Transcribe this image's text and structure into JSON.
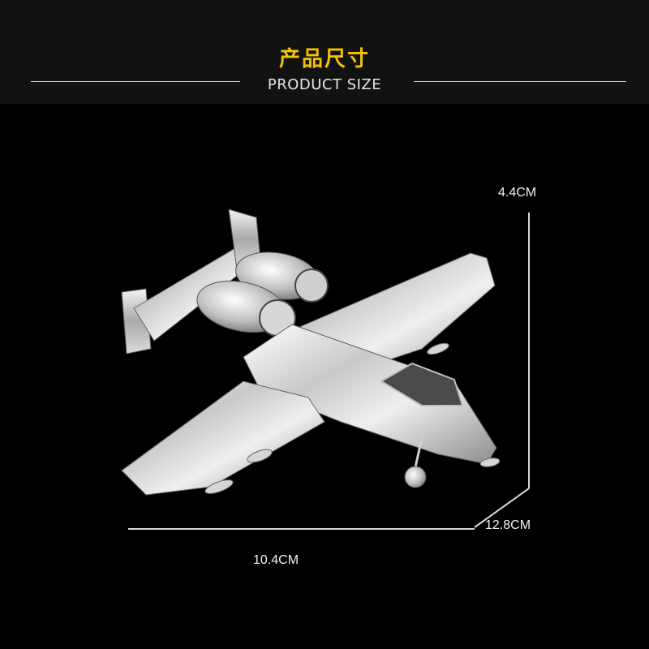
{
  "header": {
    "title_cn": "产品尺寸",
    "title_en": "PRODUCT SIZE"
  },
  "dimensions": {
    "height": "4.4CM",
    "depth": "12.8CM",
    "width": "10.4CM"
  },
  "colors": {
    "background": "#000000",
    "header_band": "#121212",
    "title_accent": "#f5c400",
    "dimension_lines": "#d9d9d9"
  },
  "product": {
    "icon": "metal-aircraft-model"
  }
}
